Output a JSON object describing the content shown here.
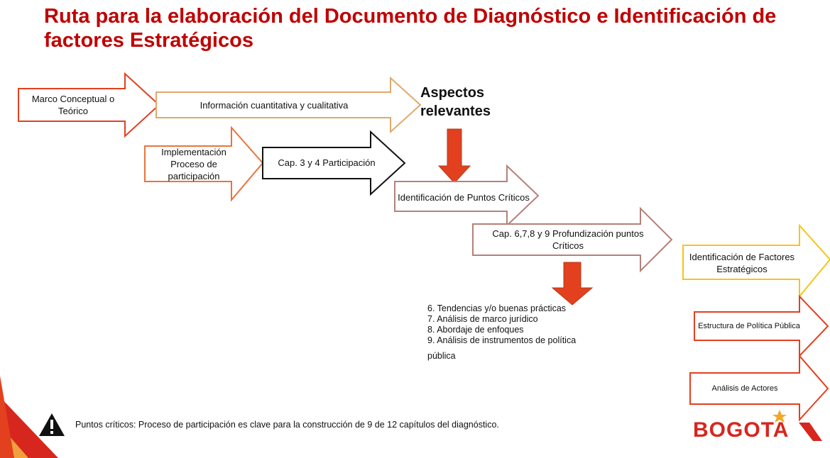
{
  "title": "Ruta para la elaboración del Documento de Diagnóstico e Identificación de factores Estratégicos",
  "arrows": {
    "marco": "Marco Conceptual o Teórico",
    "info": "Información cuantitativa y cualitativa",
    "implementacion": "Implementación Proceso de participación",
    "cap34": "Cap. 3 y 4 Participación",
    "puntos": "Identificación de Puntos Críticos",
    "cap6789": "Cap. 6,7,8 y 9 Profundización puntos Críticos",
    "factores": "Identificación de Factores Estratégicos",
    "estructura": "Estructura de Política Pública",
    "actores": "Análisis de Actores"
  },
  "aspectos": "Aspectos relevantes",
  "list": [
    "6. Tendencias y/o buenas prácticas",
    "7. Análisis de marco jurídico",
    "8. Abordaje de enfoques",
    "9. Análisis de instrumentos de política",
    "pública"
  ],
  "note": "Puntos críticos: Proceso de participación es clave para la construcción de 9 de 12 capítulos del diagnóstico.",
  "logo": "BOGOTA",
  "colors": {
    "title": "#c00000",
    "red_arrow": "#e2401e",
    "orange_outline": "#e8743b",
    "tan_outline": "#e0a96d",
    "brown_outline": "#b5817a",
    "yellow_outline": "#f5c518",
    "black_outline": "#111111"
  }
}
